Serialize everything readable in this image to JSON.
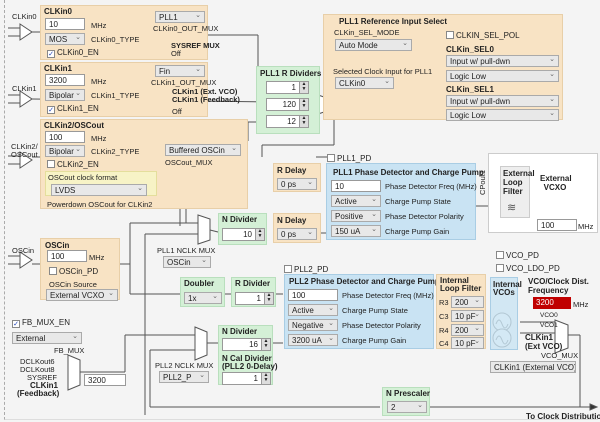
{
  "clkin0": {
    "title": "CLKin0",
    "port_label": "CLKin0",
    "freq": "10",
    "unit": "MHz",
    "type": "MOS",
    "type_label": "CLKin0_TYPE",
    "enable_label": "CLKin0_EN",
    "enabled": true,
    "out_mux": "PLL1",
    "out_mux_label": "CLKin0_OUT_MUX",
    "mux_out_sysref": "SYSREF MUX",
    "mux_out_off": "Off"
  },
  "clkin1": {
    "title": "CLKin1",
    "port_label": "CLKin1",
    "freq": "3200",
    "unit": "MHz",
    "type": "Bipolar",
    "type_label": "CLKin1_TYPE",
    "enable_label": "CLKin1_EN",
    "enabled": true,
    "out_mux": "Fin",
    "out_mux_label": "CLKin1_OUT_MUX",
    "mux_out_ext_vco": "CLKin1 (Ext. VCO)",
    "mux_out_feedback": "CLKin1 (Feedback)",
    "mux_out_off": "Off"
  },
  "clkin2": {
    "title": "CLKin2/OSCout",
    "port_label_1": "CLKin2/",
    "port_label_2": "OSCout",
    "freq": "100",
    "unit": "MHz",
    "type": "Bipolar",
    "type_label": "CLKin2_TYPE",
    "enable_label": "CLKin2_EN",
    "enabled": false,
    "oscout_format_label": "OSCout clock format",
    "oscout_format": "LVDS",
    "powerdown_label": "Powerdown OSCout for CLKin2",
    "oscout_mux": "Buffered OSCin",
    "oscout_mux_label": "OSCout_MUX"
  },
  "pll1_r_dividers": {
    "title": "PLL1 R Dividers",
    "values": [
      "1",
      "120",
      "12"
    ]
  },
  "pll1_ref_select": {
    "title": "PLL1 Reference Input Select",
    "sel_mode_label": "CLKin_SEL_MODE",
    "sel_mode": "Auto Mode",
    "selected_label": "Selected Clock Input for PLL1",
    "selected": "CLKin0",
    "sel_pol_label": "CLKIN_SEL_POL",
    "sel_pol": false,
    "sel0_label": "CLKin_SEL0",
    "sel0_type": "Input w/ pull-dwn",
    "sel0_level": "Logic Low",
    "sel1_label": "CLKin_SEL1",
    "sel1_type": "Input w/ pull-dwn",
    "sel1_level": "Logic Low"
  },
  "pll1": {
    "pd_label": "PLL1_PD",
    "pd": false,
    "r_delay_title": "R Delay",
    "r_delay": "0 ps",
    "n_delay_title": "N Delay",
    "n_delay": "0 ps",
    "n_divider_title": "N Divider",
    "n_divider": "10",
    "nclk_mux_label": "PLL1 NCLK MUX",
    "nclk_mux": "OSCin",
    "pd_cp_title": "PLL1 Phase Detector and Charge Pump",
    "pd_freq": "10",
    "pd_freq_label": "Phase Detector Freq (MHz)",
    "cp_state": "Active",
    "cp_state_label": "Charge Pump State",
    "pd_polarity": "Positive",
    "pd_polarity_label": "Phase Detector Polarity",
    "cp_gain": "150 uA",
    "cp_gain_label": "Charge Pump Gain",
    "cpout_label": "CPout1"
  },
  "external": {
    "loop_filter_label": "External Loop Filter",
    "vcxo_label": "External VCXO",
    "vcxo_freq": "100",
    "unit": "MHz"
  },
  "oscin": {
    "port_label": "OSCin",
    "title": "OSCin",
    "freq": "100",
    "unit": "MHz",
    "pd_label": "OSCin_PD",
    "pd": false,
    "source_label": "OSCin Source",
    "source": "External VCXO"
  },
  "pll2": {
    "pd_label": "PLL2_PD",
    "pd": false,
    "doubler_title": "Doubler",
    "doubler": "1x",
    "r_divider_title": "R Divider",
    "r_divider": "1",
    "n_divider_title": "N Divider",
    "n_divider": "16",
    "ncal_title_1": "N Cal Divider",
    "ncal_title_2": "(PLL2 0-Delay)",
    "ncal": "1",
    "nclk_mux_label": "PLL2 NCLK MUX",
    "nclk_mux": "PLL2_P",
    "pd_cp_title": "PLL2 Phase Detector and Charge Pump",
    "pd_freq": "100",
    "pd_freq_label": "Phase Detector Freq (MHz)",
    "cp_state": "Active",
    "cp_state_label": "Charge Pump State",
    "pd_polarity": "Negative",
    "pd_polarity_label": "Phase Detector Polarity",
    "cp_gain": "3200 uA",
    "cp_gain_label": "Charge Pump Gain",
    "n_prescaler_title": "N Prescaler",
    "n_prescaler": "2"
  },
  "internal_loop_filter": {
    "title_1": "Internal",
    "title_2": "Loop Filter",
    "rows": [
      {
        "name": "R3",
        "value": "200"
      },
      {
        "name": "C3",
        "value": "10 pF"
      },
      {
        "name": "R4",
        "value": "200"
      },
      {
        "name": "C4",
        "value": "10 pF"
      }
    ]
  },
  "vco": {
    "internal_title_1": "Internal",
    "internal_title_2": "VCOs",
    "vco_pd_label": "VCO_PD",
    "vco_pd": false,
    "vco_ldo_pd_label": "VCO_LDO_PD",
    "vco_ldo_pd": false,
    "freq_title_1": "VCO/Clock Dist.",
    "freq_title_2": "Frequency",
    "freq": "3200",
    "unit": "MHz",
    "vco0": "VCO0",
    "vco1": "VCO1",
    "ext_1": "CLKin1",
    "ext_2": "(Ext VCO)",
    "mux_label": "VCO_MUX",
    "mux": "CLKin1 (External VCO)",
    "freq_highlight_color": "#c00000"
  },
  "fb_mux": {
    "enable_label": "FB_MUX_EN",
    "enabled": true,
    "select": "External",
    "label": "FB_MUX",
    "inputs": [
      "DCLKout6",
      "DCLKout8",
      "SYSREF",
      "CLKin1",
      "(Feedback)"
    ],
    "value": "3200"
  },
  "to_clock_distribution": "To Clock Distribution"
}
